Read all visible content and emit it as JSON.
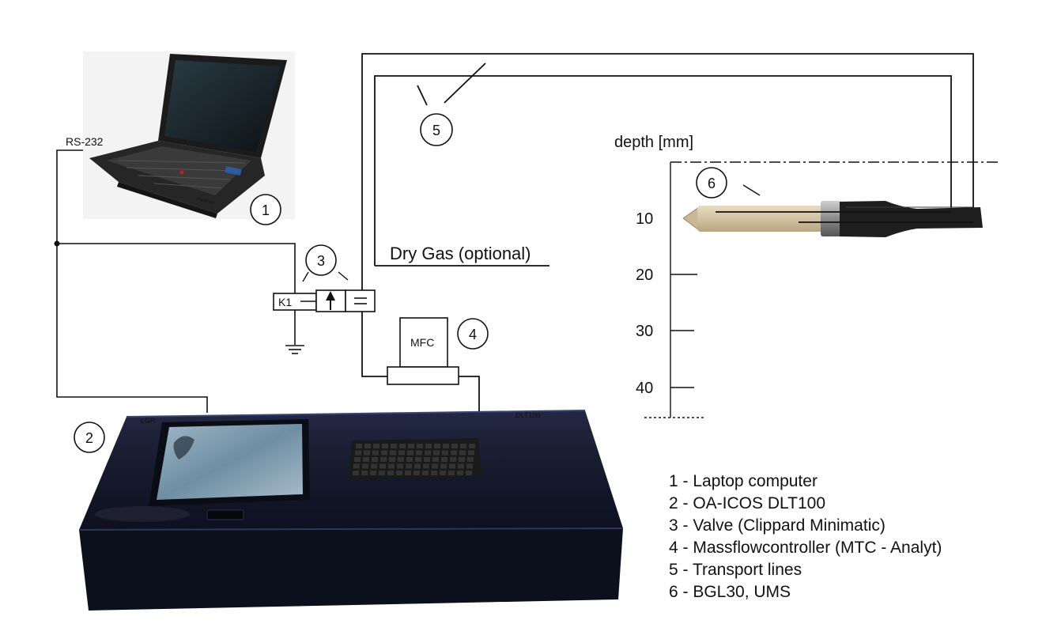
{
  "labels": {
    "rs232": "RS-232",
    "dry_gas": "Dry Gas (optional)",
    "depth": "depth [mm]",
    "k1": "K1",
    "mfc": "MFC"
  },
  "callouts": [
    "1",
    "2",
    "3",
    "4",
    "5",
    "6"
  ],
  "depth_ticks": [
    "10",
    "20",
    "30",
    "40"
  ],
  "legend": [
    "1 - Laptop computer",
    "2 - OA-ICOS DLT100",
    "3 - Valve (Clippard Minimatic)",
    "4 - Massflowcontroller (MTC - Analyt)",
    "5 - Transport lines",
    "6 - BGL30, UMS"
  ],
  "device_marks": {
    "analyzer_brand": "LGR",
    "analyzer_model": "DLT100",
    "laptop_brand": "ThinkPad"
  },
  "colors": {
    "line": "#111111",
    "analyzer_body": "#161a2c",
    "probe_ceramic": "#d8c8a8",
    "probe_sleeve": "#1e1e1e"
  }
}
